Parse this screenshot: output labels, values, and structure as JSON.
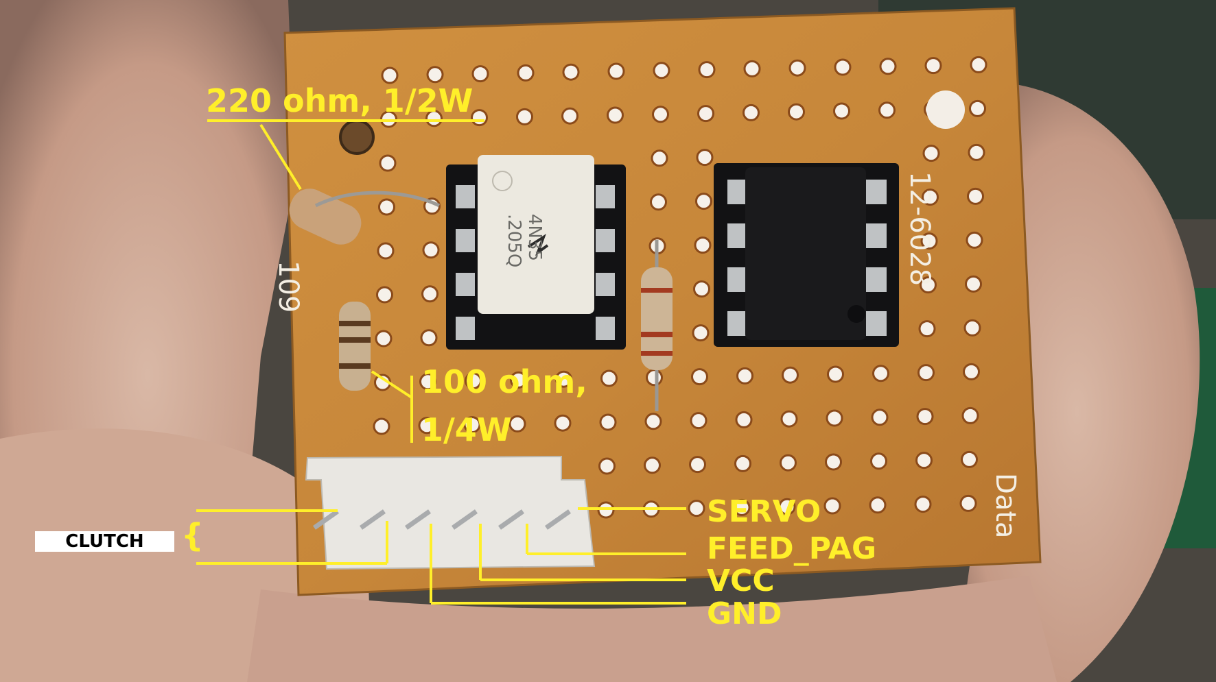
{
  "labels": {
    "resistor_220": "220 ohm, 1/2W",
    "resistor_100_line1": "100 ohm,",
    "resistor_100_line2": "1/4W",
    "clutch": "CLUTCH",
    "brace": "{",
    "pins": [
      "SERVO",
      "FEED_PAG",
      "VCC",
      "GND"
    ]
  },
  "board_print": {
    "code_top": "12-6028",
    "code_left": "109",
    "data": "Data",
    "chip_line1": "4N35",
    "chip_line2": ".205Q"
  },
  "colors": {
    "annotation": "#ffef2a",
    "board": "#c98a3c",
    "chip_white": "#ece9e0",
    "chip_black": "#1a1a1c"
  }
}
